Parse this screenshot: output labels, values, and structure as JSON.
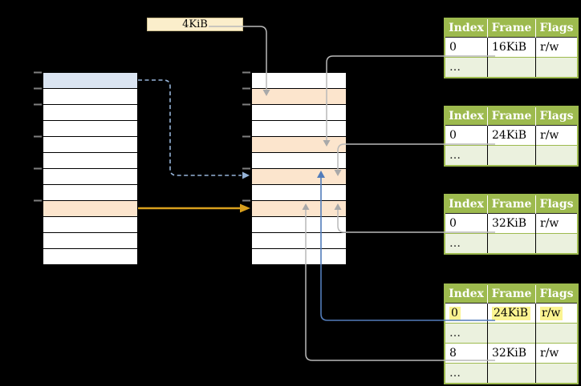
{
  "page_size_label": "4KiB",
  "colors": {
    "background": "#000000",
    "table-header-green": "#9dba4e",
    "table-border-green": "#9dba4e",
    "table-row-light-green": "#ebf1de",
    "memory-row-white": "#ffffff",
    "memory-row-peach": "#fce5cd",
    "memory-row-blue": "#dbe5f2",
    "page-size-box-fill": "#fbeecb",
    "page-size-box-border": "#cfc08e",
    "highlight-yellow": "#fbf491",
    "arrow-gray": "#b9b9b9",
    "arrowhead-gray": "#a9a9a9",
    "arrow-orange": "#d9a01d",
    "arrow-blue-solid": "#527cba",
    "arrow-blue-dashed": "#95b3d7",
    "tick-gray": "#7f7f7f"
  },
  "virtual_memory_column": {
    "rows": [
      "blue",
      "white",
      "white",
      "white",
      "white",
      "white",
      "white",
      "white",
      "peach",
      "white",
      "white",
      "white"
    ]
  },
  "physical_memory_column": {
    "rows": [
      "white",
      "peach",
      "white",
      "white",
      "peach",
      "white",
      "peach",
      "white",
      "peach",
      "white",
      "white",
      "white"
    ]
  },
  "page_tables": [
    {
      "name": "page-table-16kib",
      "columns": [
        "Index",
        "Frame",
        "Flags"
      ],
      "rows": [
        {
          "cells": [
            "0",
            "16KiB",
            "r/w"
          ],
          "shaded": false,
          "highlighted": false
        },
        {
          "cells": [
            "…",
            "",
            ""
          ],
          "shaded": true,
          "highlighted": false
        }
      ]
    },
    {
      "name": "page-table-24kib",
      "columns": [
        "Index",
        "Frame",
        "Flags"
      ],
      "rows": [
        {
          "cells": [
            "0",
            "24KiB",
            "r/w"
          ],
          "shaded": false,
          "highlighted": false
        },
        {
          "cells": [
            "…",
            "",
            ""
          ],
          "shaded": true,
          "highlighted": false
        }
      ]
    },
    {
      "name": "page-table-32kib",
      "columns": [
        "Index",
        "Frame",
        "Flags"
      ],
      "rows": [
        {
          "cells": [
            "0",
            "32KiB",
            "r/w"
          ],
          "shaded": false,
          "highlighted": false
        },
        {
          "cells": [
            "…",
            "",
            ""
          ],
          "shaded": true,
          "highlighted": false
        }
      ]
    },
    {
      "name": "page-table-level1",
      "columns": [
        "Index",
        "Frame",
        "Flags"
      ],
      "rows": [
        {
          "cells": [
            "0",
            "24KiB",
            "r/w"
          ],
          "shaded": false,
          "highlighted": true
        },
        {
          "cells": [
            "…",
            "",
            ""
          ],
          "shaded": true,
          "highlighted": false
        },
        {
          "cells": [
            "8",
            "32KiB",
            "r/w"
          ],
          "shaded": false,
          "highlighted": false
        },
        {
          "cells": [
            "…",
            "",
            ""
          ],
          "shaded": true,
          "highlighted": false
        }
      ]
    }
  ]
}
